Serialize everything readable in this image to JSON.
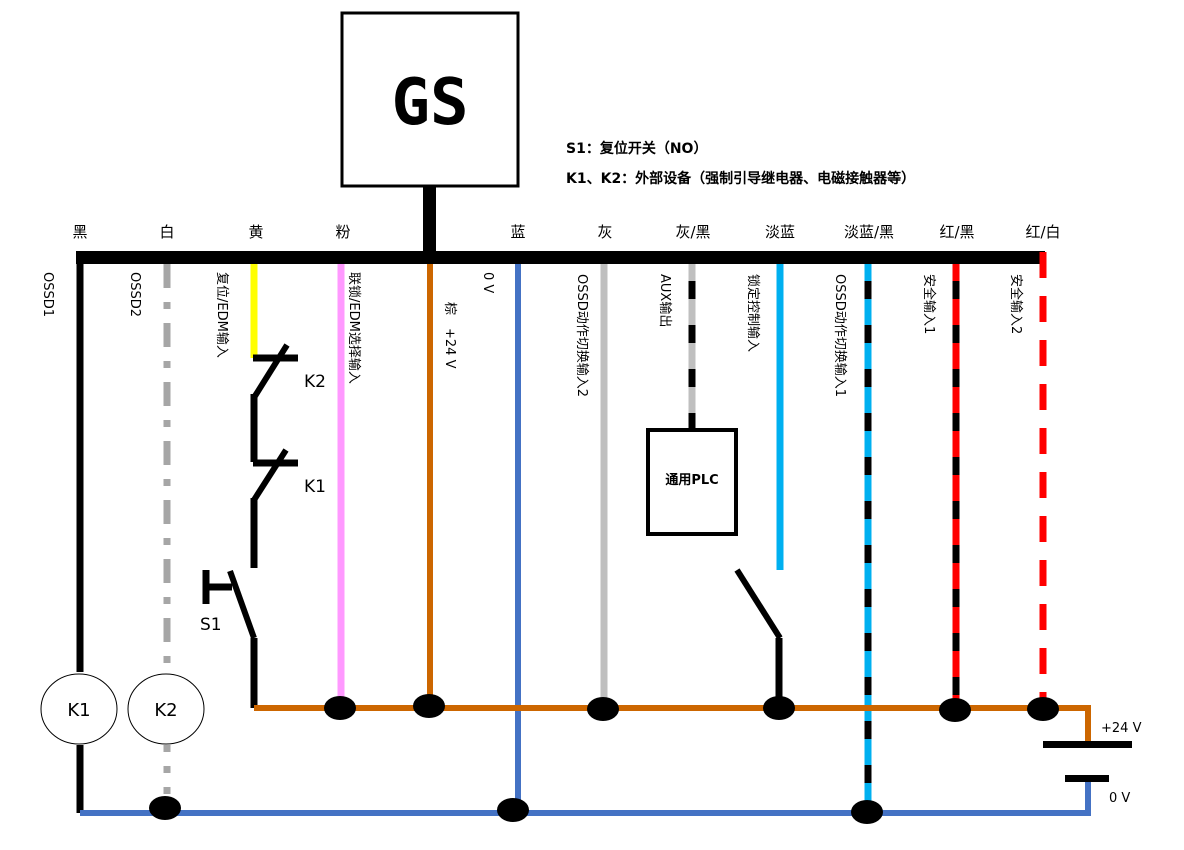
{
  "device": {
    "label": "GS"
  },
  "notes": [
    "S1：复位开关（NO）",
    "K1、K2：外部设备（强制引导继电器、电磁接触器等）"
  ],
  "colors": {
    "black": "#000000",
    "white_wire": "#a6a6a6",
    "yellow": "#ffff00",
    "pink": "#ff99ff",
    "brown": "#cc6600",
    "blue": "#4472c4",
    "gray": "#bfbfbf",
    "light_blue": "#00b0f0",
    "red": "#ff0000"
  },
  "wires": [
    {
      "color_name": "黑",
      "function": "OSSD1",
      "style": "solid-black"
    },
    {
      "color_name": "白",
      "function": "OSSD2",
      "style": "dash-dot-gray"
    },
    {
      "color_name": "黄",
      "function": "复位/EDM输入",
      "style": "solid-yellow"
    },
    {
      "color_name": "粉",
      "function": "联锁/EDM选择输入",
      "style": "solid-pink"
    },
    {
      "color_name": "棕",
      "function": "棕　+24 V",
      "style": "solid-brown"
    },
    {
      "color_name": "蓝",
      "function": "0 V",
      "style": "solid-blue"
    },
    {
      "color_name": "灰",
      "function": "OSSD动作切换输入2",
      "style": "solid-gray"
    },
    {
      "color_name": "灰/黑",
      "function": "AUX输出",
      "style": "gray-black"
    },
    {
      "color_name": "淡蓝",
      "function": "锁定控制输入",
      "style": "solid-lightblue"
    },
    {
      "color_name": "淡蓝/黑",
      "function": "OSSD动作切换输入1",
      "style": "lightblue-black"
    },
    {
      "color_name": "红/黑",
      "function": "安全输入1",
      "style": "red-black"
    },
    {
      "color_name": "红/白",
      "function": "安全输入2",
      "style": "dashed-red"
    }
  ],
  "components": {
    "k2_contact": "K2",
    "k1_contact": "K1",
    "s1_switch": "S1",
    "plc": "通用PLC",
    "coil_k1": "K1",
    "coil_k2": "K2"
  },
  "power": {
    "positive": "+24 V",
    "negative": "0 V"
  }
}
